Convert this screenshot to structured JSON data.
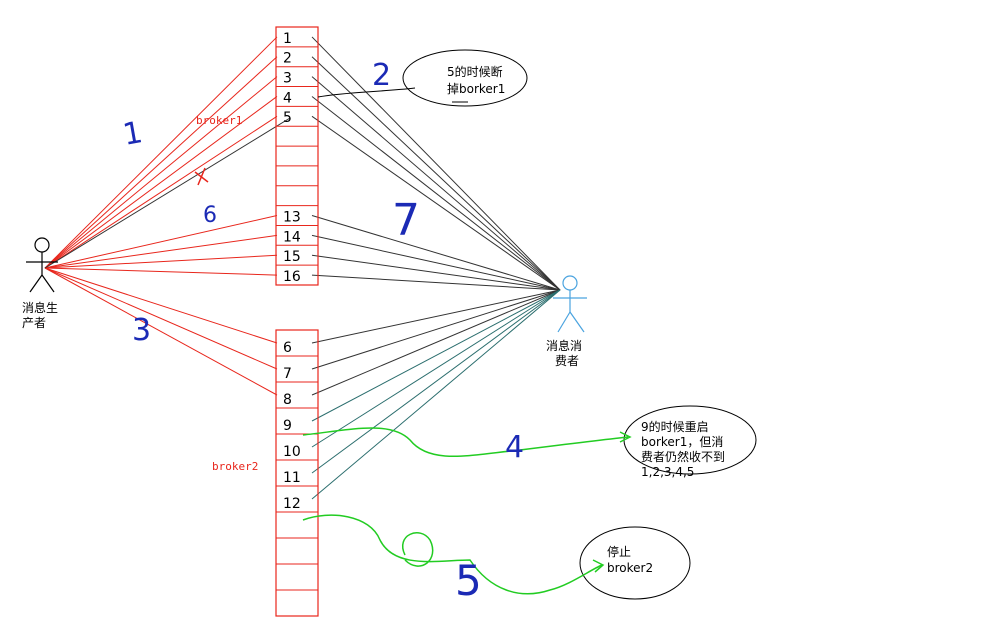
{
  "producer": {
    "label_line1": "消息生",
    "label_line2": "产者"
  },
  "consumer": {
    "label_line1": "消息消",
    "label_line2": "费者"
  },
  "broker1": {
    "name": "broker1",
    "cells": [
      "1",
      "2",
      "3",
      "4",
      "5",
      "",
      "",
      "",
      "",
      "13",
      "14",
      "15",
      "16"
    ]
  },
  "broker2": {
    "name": "broker2",
    "cells": [
      "6",
      "7",
      "8",
      "9",
      "10",
      "11",
      "12",
      "",
      "",
      "",
      ""
    ]
  },
  "callouts": {
    "c1": {
      "line1": "5的时候断",
      "line2": "掉borker1"
    },
    "c2": {
      "line1": "9的时候重启",
      "line2": "borker1，但消",
      "line3": "费者仍然收不到",
      "line4": "1,2,3,4,5"
    },
    "c3": {
      "line1": "停止",
      "line2": "broker2"
    }
  },
  "step_numbers": {
    "s1": "1",
    "s2": "2",
    "s3": "3",
    "s4": "4",
    "s5": "5",
    "s6": "6",
    "s7": "7"
  },
  "colors": {
    "producer_lines": "#e8261c",
    "consumer_lines_dark": "#333333",
    "consumer_lines_teal": "#2b6e6e",
    "annotation_green": "#22cc22",
    "handwriting_blue": "#1b2ab5",
    "consumer_icon": "#4aa3df"
  }
}
